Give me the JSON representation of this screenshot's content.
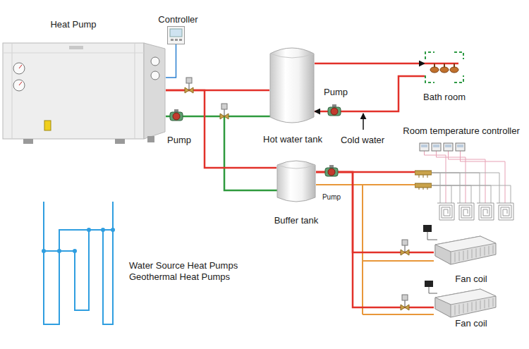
{
  "diagram": {
    "nodes": [
      {
        "text": [
          "Heat Pump"
        ]
      },
      {
        "text": [
          "Controller"
        ]
      },
      {
        "text": [
          "Hot water tank"
        ]
      },
      {
        "text": [
          "Bath room"
        ]
      },
      {
        "text": [
          "Room temperature controller"
        ]
      },
      {
        "text": [
          "Buffer tank"
        ]
      },
      {
        "text": [
          "Fan coil"
        ]
      },
      {
        "text": [
          "Fan coil"
        ]
      }
    ],
    "edges": [
      {
        "from": 0,
        "to": 1,
        "arrow": "none"
      },
      {
        "from": 0,
        "to": 2,
        "arrow": "none"
      },
      {
        "from": 0,
        "to": 5,
        "arrow": "none"
      },
      {
        "from": 2,
        "to": 3,
        "arrow": "to"
      },
      {
        "from": 3,
        "to": 2,
        "arrow": "to"
      },
      {
        "from": 5,
        "to": 4,
        "arrow": "none"
      },
      {
        "from": 5,
        "to": 6,
        "arrow": "none"
      },
      {
        "from": 5,
        "to": 7,
        "arrow": "none"
      }
    ],
    "labels": [
      "Pump",
      "Pump",
      "Cold water",
      "Pump",
      "Water Source Heat Pumps",
      "Geothermal Heat Pumps"
    ]
  }
}
